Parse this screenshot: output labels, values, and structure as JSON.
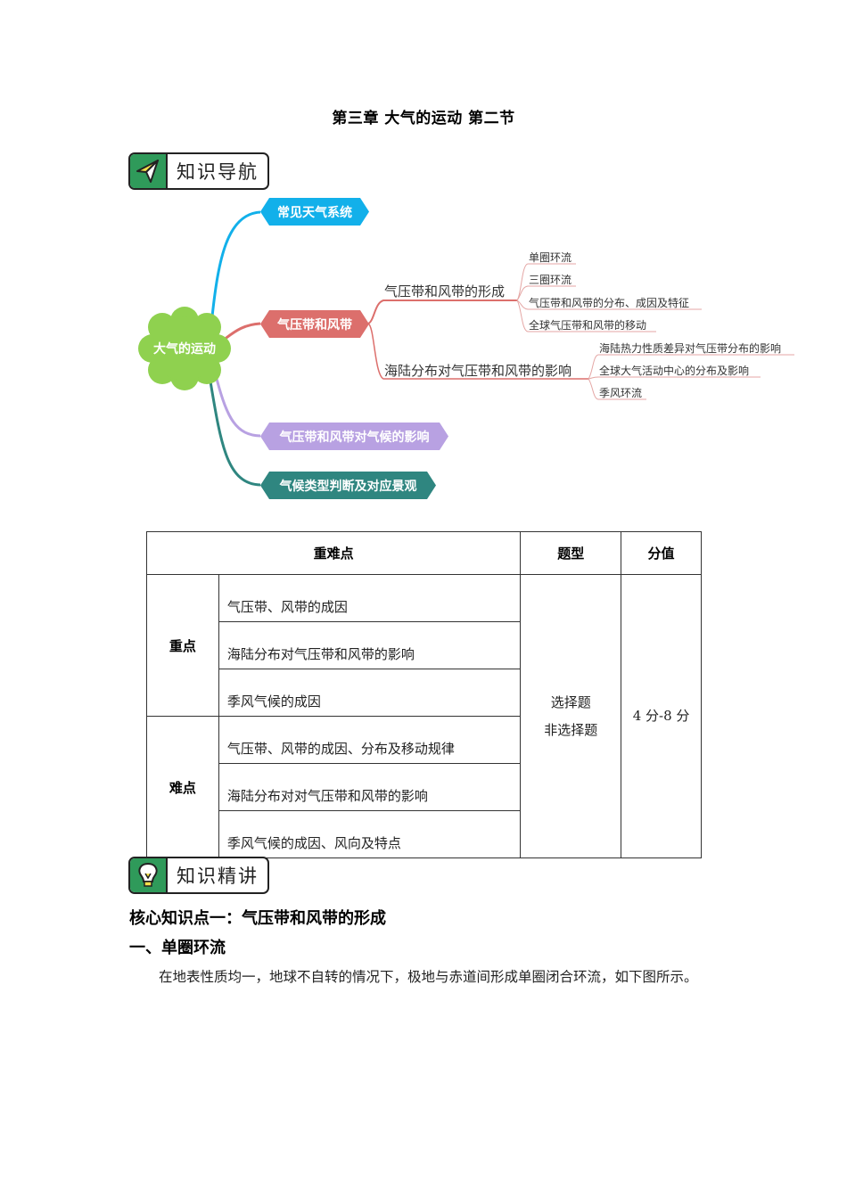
{
  "document": {
    "title": "第三章  大气的运动  第二节"
  },
  "sections": {
    "navigation": {
      "label": "知识导航",
      "icon": "paper-plane-icon"
    },
    "lecture": {
      "label": "知识精讲",
      "icon": "lightbulb-icon"
    }
  },
  "mind_map": {
    "root": {
      "label": "大气的运动",
      "color": "#8fd14f"
    },
    "branches": [
      {
        "label": "常见天气系统",
        "color": "#12b0ea"
      },
      {
        "label": "气压带和风带",
        "color": "#dc6f6c",
        "children": [
          {
            "label": "气压带和风带的形成",
            "children": [
              "单圈环流",
              "三圈环流",
              "气压带和风带的分布、成因及特征",
              "全球气压带和风带的移动"
            ]
          },
          {
            "label": "海陆分布对气压带和风带的影响",
            "children": [
              "海陆热力性质差异对气压带分布的影响",
              "全球大气活动中心的分布及影响",
              "季风环流"
            ]
          }
        ]
      },
      {
        "label": "气压带和风带对气候的影响",
        "color": "#b8a1e2"
      },
      {
        "label": "气候类型判断及对应景观",
        "color": "#2f8680"
      }
    ]
  },
  "table": {
    "headers": [
      "重难点",
      "题型",
      "分值"
    ],
    "groups": [
      {
        "category": "重点",
        "items": [
          "气压带、风带的成因",
          "海陆分布对气压带和风带的影响",
          "季风气候的成因"
        ]
      },
      {
        "category": "难点",
        "items": [
          "气压带、风带的成因、分布及移动规律",
          "海陆分布对对气压带和风带的影响",
          "季风气候的成因、风向及特点"
        ]
      }
    ],
    "question_types": [
      "选择题",
      "非选择题"
    ],
    "score": "4 分-8 分"
  },
  "content": {
    "core_heading": "核心知识点一：气压带和风带的形成",
    "sub_heading": "一、单圈环流",
    "paragraph": "在地表性质均一，地球不自转的情况下，极地与赤道间形成单圈闭合环流，如下图所示。"
  }
}
